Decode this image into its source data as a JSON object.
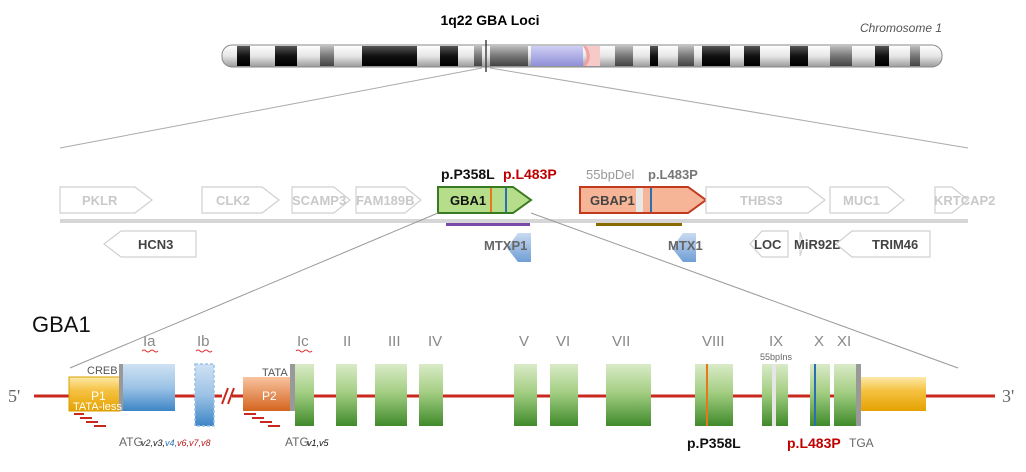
{
  "title": "1q22 GBA Loci",
  "chromosome_label": "Chromosome 1",
  "locus": {
    "top_genes": [
      "PKLR",
      "CLK2",
      "SCAMP3",
      "FAM189B",
      "GBA1",
      "GBAP1",
      "THBS3",
      "MUC1",
      "KRTCAP2"
    ],
    "bottom_genes": [
      "HCN3",
      "MTXP1",
      "MTX1",
      "LOC",
      "MiR92B",
      "TRIM46"
    ],
    "gba1_label": "GBA1",
    "gbap1_label": "GBAP1",
    "mutation_p358l": "p.P358L",
    "mutation_l483p": "p.L483P",
    "del55": "55bpDel",
    "gbap1_mutation": "p.L483P"
  },
  "gene_model": {
    "name": "GBA1",
    "five_prime": "5'",
    "three_prime": "3'",
    "exons": [
      "Ia",
      "Ib",
      "Ic",
      "II",
      "III",
      "IV",
      "V",
      "VI",
      "VII",
      "VIII",
      "IX",
      "X",
      "XI"
    ],
    "promoter1": "P1",
    "promoter2": "P2",
    "creb": "CREB",
    "tata": "TATA",
    "tata_less": "TATA-less",
    "ins55": "55bpIns",
    "atg": "ATG",
    "atg2": "ATG",
    "tga": "TGA",
    "variants_p1": [
      {
        "text": "v2,",
        "color": "#333333"
      },
      {
        "text": "v3,",
        "color": "#111111"
      },
      {
        "text": "v4,",
        "color": "#2a6fb5"
      },
      {
        "text": "v6,v7,v8",
        "color": "#b71c1c"
      }
    ],
    "variants_p2": "v1,v5",
    "mut_p358l": "p.P358L",
    "mut_l483p": "p.L483P"
  },
  "colors": {
    "gba1_fill": "#b6dd8a",
    "gba1_stroke": "#3a7a22",
    "gbap1_fill": "#f6b596",
    "gbap1_stroke": "#c23a1d",
    "mutation_red": "#c00000",
    "backbone_red": "#c8281e",
    "exon_green": "#7cb860",
    "exon_blue": "#5b9bd5",
    "exon_yellow": "#f2b61a",
    "promoter_orange": "#e0793a"
  }
}
